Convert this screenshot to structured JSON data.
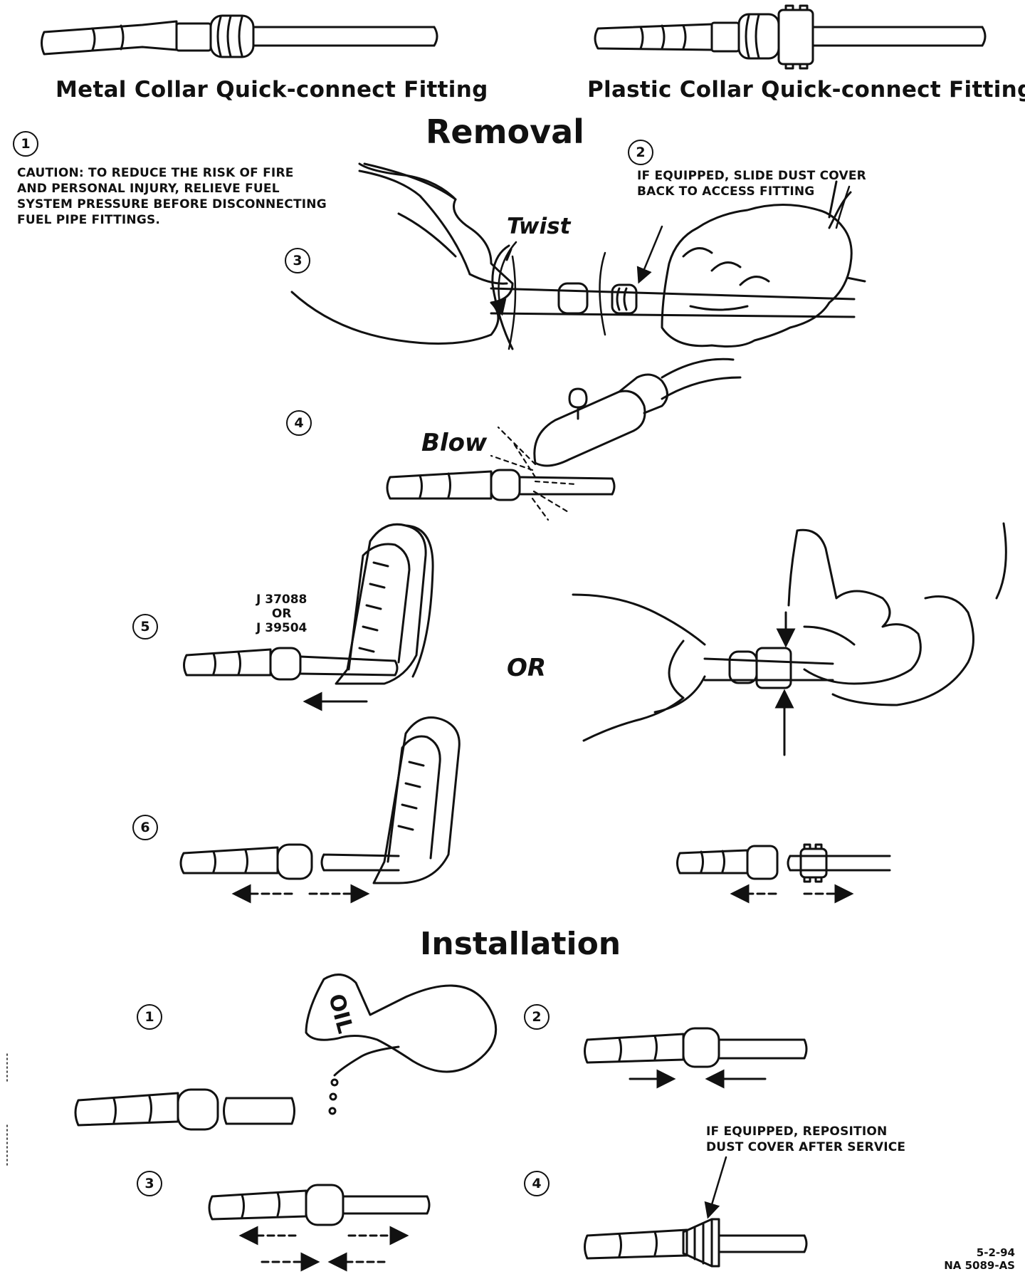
{
  "headings": {
    "metal_collar": "Metal Collar Quick-connect Fitting",
    "plastic_collar": "Plastic Collar Quick-connect Fitting",
    "removal": "Removal",
    "installation": "Installation"
  },
  "removal": {
    "step1_number": "1",
    "caution_lines": [
      "CAUTION:     TO REDUCE THE RISK OF FIRE",
      "AND PERSONAL INJURY, RELIEVE FUEL",
      "SYSTEM PRESSURE BEFORE DISCONNECTING",
      "FUEL PIPE FITTINGS."
    ],
    "step2_number": "2",
    "step2_note_lines": [
      "IF EQUIPPED, SLIDE DUST COVER",
      "BACK TO ACCESS FITTING"
    ],
    "step3_number": "3",
    "twist_label": "Twist",
    "step4_number": "4",
    "blow_label": "Blow",
    "step5_number": "5",
    "tool_lines": [
      "J 37088",
      "OR",
      "J 39504"
    ],
    "or_label": "OR",
    "step6_number": "6"
  },
  "installation": {
    "step1_number": "1",
    "oil_label": "OIL",
    "step2_number": "2",
    "step3_number": "3",
    "step4_number": "4",
    "step4_note_lines": [
      "IF EQUIPPED, REPOSITION",
      "DUST COVER AFTER SERVICE"
    ]
  },
  "footer": {
    "date": "5-2-94",
    "code": "NA 5089-AS"
  }
}
